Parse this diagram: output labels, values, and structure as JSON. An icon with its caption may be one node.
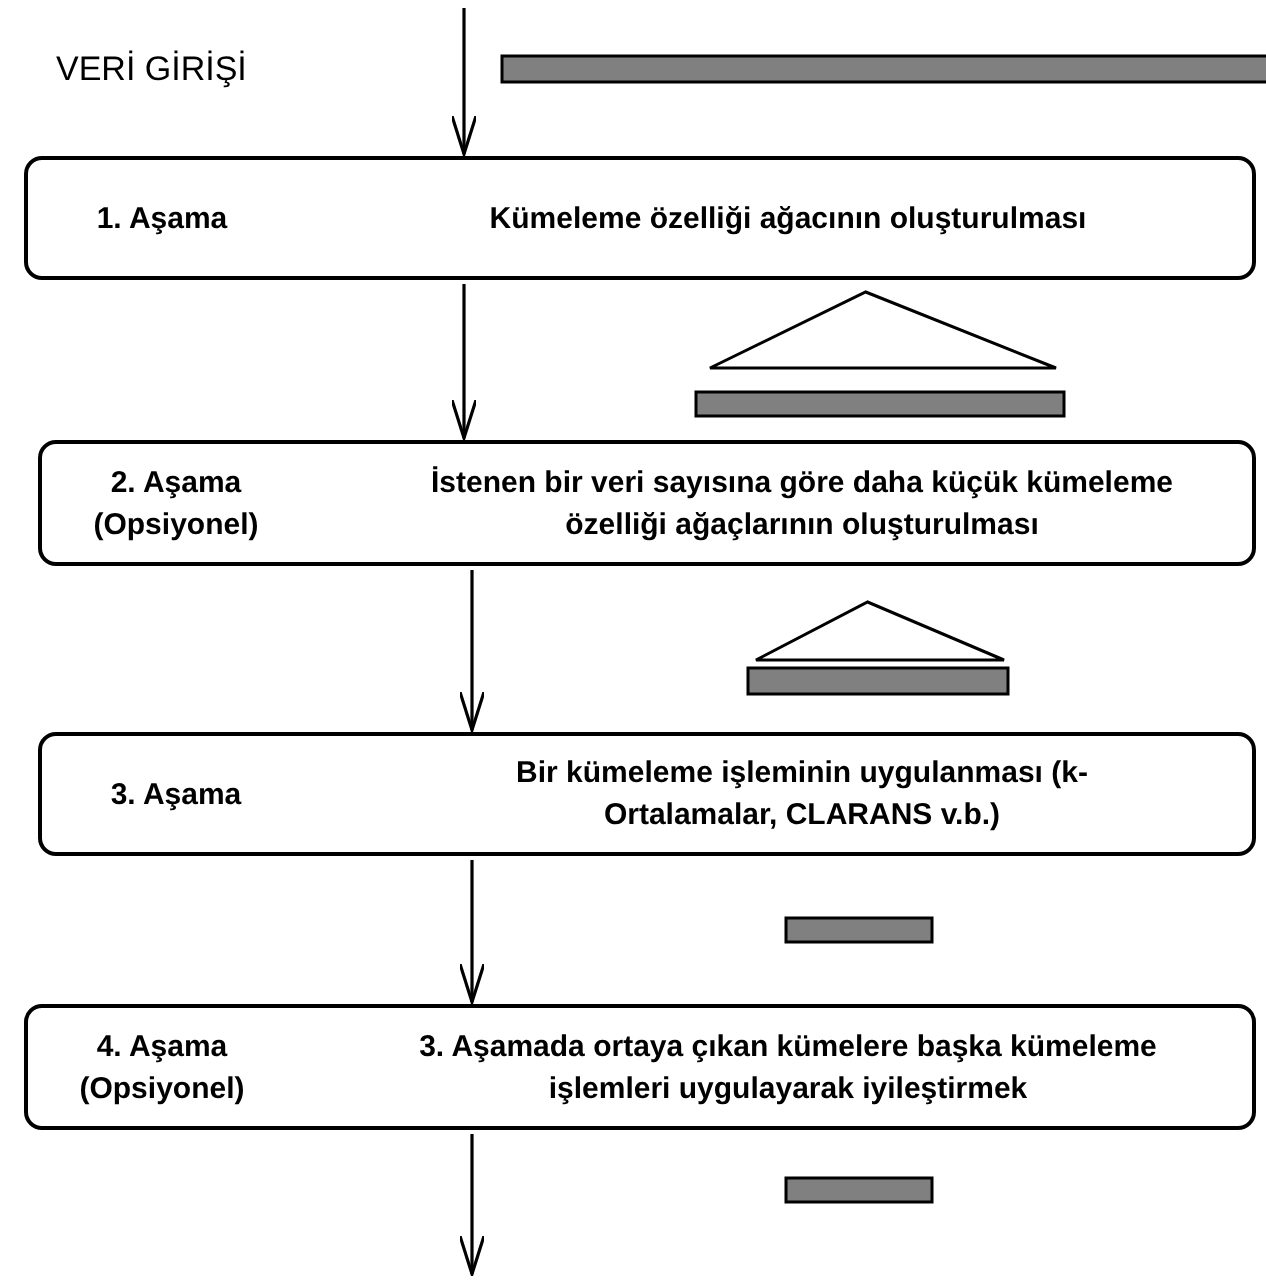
{
  "diagram": {
    "nodes": [
      {
        "text": [
          "1. Aşama",
          "Kümeleme özelliği ağacının oluşturulması"
        ]
      },
      {
        "text": [
          "2. Aşama (Opsiyonel)",
          "İstenen bir veri sayısına göre daha küçük kümeleme özelliği ağaçlarının oluşturulması"
        ]
      },
      {
        "text": [
          "3. Aşama",
          "Bir kümeleme işleminin uygulanması (k-Ortalamalar, CLARANS v.b.)"
        ]
      },
      {
        "text": [
          "4. Aşama (Opsiyonel)",
          "3. Aşamada ortaya çıkan kümelere başka kümeleme işlemleri uygulayarak iyileştirmek"
        ]
      },
      {
        "text": [],
        "shape": "bar"
      },
      {
        "text": [],
        "shape": "triangle"
      },
      {
        "text": [],
        "shape": "bar"
      },
      {
        "text": [],
        "shape": "triangle"
      },
      {
        "text": [],
        "shape": "bar"
      },
      {
        "text": [],
        "shape": "bar"
      },
      {
        "text": [],
        "shape": "bar"
      }
    ],
    "edges": [
      {
        "from": null,
        "to": 0,
        "arrow": "to"
      },
      {
        "from": 0,
        "to": 1,
        "arrow": "to"
      },
      {
        "from": 1,
        "to": 2,
        "arrow": "to"
      },
      {
        "from": 2,
        "to": 3,
        "arrow": "to"
      },
      {
        "from": 3,
        "to": null,
        "arrow": "to"
      }
    ],
    "labels": [
      "VERİ GİRİŞİ"
    ]
  }
}
